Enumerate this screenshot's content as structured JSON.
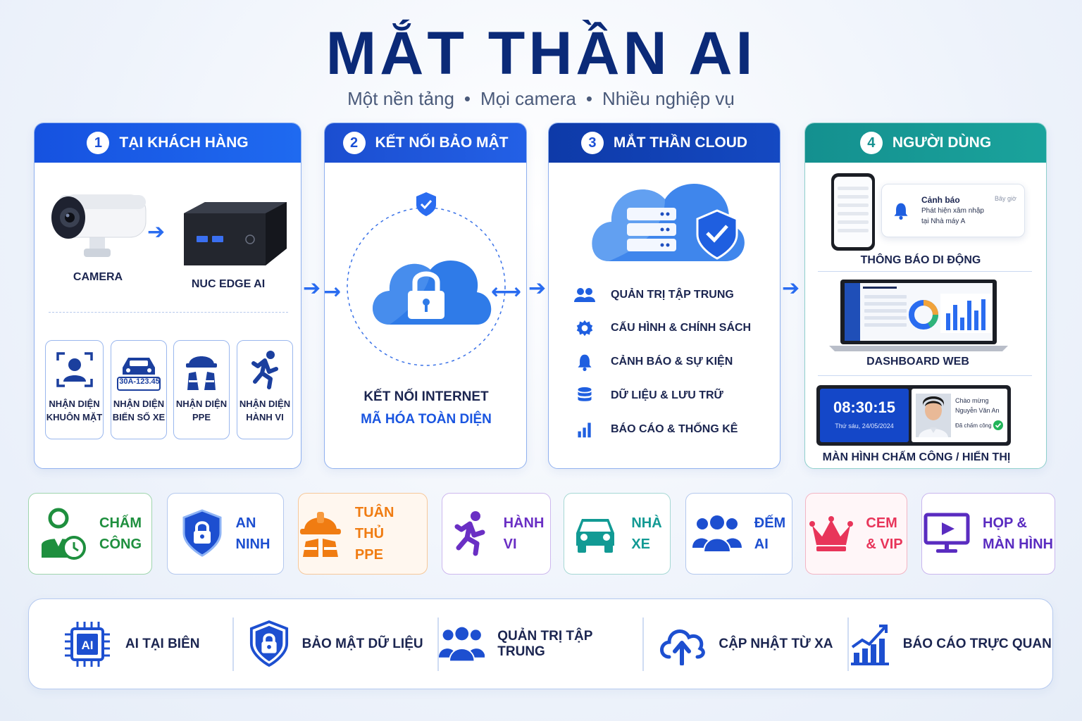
{
  "header": {
    "title": "MẮT THẦN AI",
    "subtitle_parts": [
      "Một nền tảng",
      "Mọi camera",
      "Nhiều nghiệp vụ"
    ]
  },
  "panels": {
    "customer": {
      "number": "1",
      "title": "TẠI KHÁCH HÀNG",
      "camera_label": "CAMERA",
      "nuc_label": "NUC EDGE AI",
      "plate_text": "30A-123.45",
      "tiles": [
        {
          "line1": "NHẬN DIỆN",
          "line2": "KHUÔN MẶT"
        },
        {
          "line1": "NHẬN DIỆN",
          "line2": "BIỂN SỐ XE"
        },
        {
          "line1": "NHẬN DIỆN",
          "line2": "PPE"
        },
        {
          "line1": "NHẬN DIỆN",
          "line2": "HÀNH VI"
        }
      ]
    },
    "secure": {
      "number": "2",
      "title": "KẾT NỐI BẢO MẬT",
      "line1": "KẾT NỐI INTERNET",
      "line2": "MÃ HÓA TOÀN DIỆN"
    },
    "cloud": {
      "number": "3",
      "title": "MẮT THẦN CLOUD",
      "services": [
        {
          "icon": "users-icon",
          "label": "QUẢN TRỊ TẬP TRUNG"
        },
        {
          "icon": "gear-icon",
          "label": "CẤU HÌNH & CHÍNH SÁCH"
        },
        {
          "icon": "bell-icon",
          "label": "CẢNH BÁO & SỰ KIỆN"
        },
        {
          "icon": "database-icon",
          "label": "DỮ LIỆU & LƯU TRỮ"
        },
        {
          "icon": "bar-chart-icon",
          "label": "BÁO CÁO & THỐNG KÊ"
        }
      ]
    },
    "users": {
      "number": "4",
      "title": "NGƯỜI DÙNG",
      "notification": {
        "title": "Cảnh báo",
        "time": "Bây giờ",
        "line1": "Phát hiện xâm nhập",
        "line2": "tại Nhà máy A"
      },
      "mobile_label": "THÔNG BÁO DI ĐỘNG",
      "dashboard_label": "DASHBOARD WEB",
      "kiosk": {
        "time": "08:30:15",
        "date": "Thứ sáu, 24/05/2024",
        "greeting": "Chào mừng",
        "name": "Nguyễn Văn An",
        "status": "Đã chấm công"
      },
      "kiosk_label": "MÀN HÌNH CHẤM CÔNG / HIỂN THỊ"
    }
  },
  "features": [
    {
      "icon": "attendance-icon",
      "label": "CHẤM\nCÔNG",
      "color": "#1e8f3e",
      "border": "#9fd5ad"
    },
    {
      "icon": "shield-lock-icon",
      "label": "AN\nNINH",
      "color": "#1d4fd0",
      "border": "#b4c8ee"
    },
    {
      "icon": "hardhat-icon",
      "label": "TUÂN THỦ\nPPE",
      "color": "#f07c12",
      "border": "#f6c89a"
    },
    {
      "icon": "runner-icon",
      "label": "HÀNH\nVI",
      "color": "#6a2fc4",
      "border": "#cdb8ee"
    },
    {
      "icon": "car-icon",
      "label": "NHÀ\nXE",
      "color": "#129a94",
      "border": "#a6d8d4"
    },
    {
      "icon": "people-icon",
      "label": "ĐẾM\nAI",
      "color": "#1d4fd0",
      "border": "#b4c8ee"
    },
    {
      "icon": "crown-icon",
      "label": "CEM\n& VIP",
      "color": "#e8355a",
      "border": "#f3b5c4"
    },
    {
      "icon": "monitor-play-icon",
      "label": "HỌP &\nMÀN HÌNH",
      "color": "#5a2cc0",
      "border": "#c9b6ee"
    }
  ],
  "bottom_bar": [
    {
      "icon": "ai-chip-icon",
      "label": "AI TẠI BIÊN"
    },
    {
      "icon": "shield-lock-icon",
      "label": "BẢO MẬT DỮ LIỆU"
    },
    {
      "icon": "users-icon",
      "label": "QUẢN TRỊ TẬP TRUNG"
    },
    {
      "icon": "cloud-upload-icon",
      "label": "CẬP NHẬT TỪ XA"
    },
    {
      "icon": "growth-chart-icon",
      "label": "BÁO CÁO TRỰC QUAN"
    }
  ],
  "colors": {
    "primary": "#1652e0",
    "navy": "#0b2a78",
    "teal": "#14908f"
  }
}
